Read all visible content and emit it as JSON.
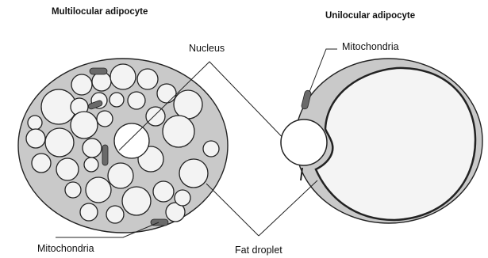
{
  "titles": {
    "multilocular": "Multilocular adipocyte",
    "unilocular": "Unilocular adipocyte"
  },
  "labels": {
    "nucleus": "Nucleus",
    "mitochondria_right": "Mitochondria",
    "fat_droplet": "Fat droplet",
    "mitochondria_left": "Mitochondria"
  },
  "colors": {
    "cytoplasm": "#c9c9c9",
    "droplet_fill": "#f3f3f3",
    "outline": "#222222",
    "mitochondria": "#6a6a6a",
    "text": "#111111"
  }
}
